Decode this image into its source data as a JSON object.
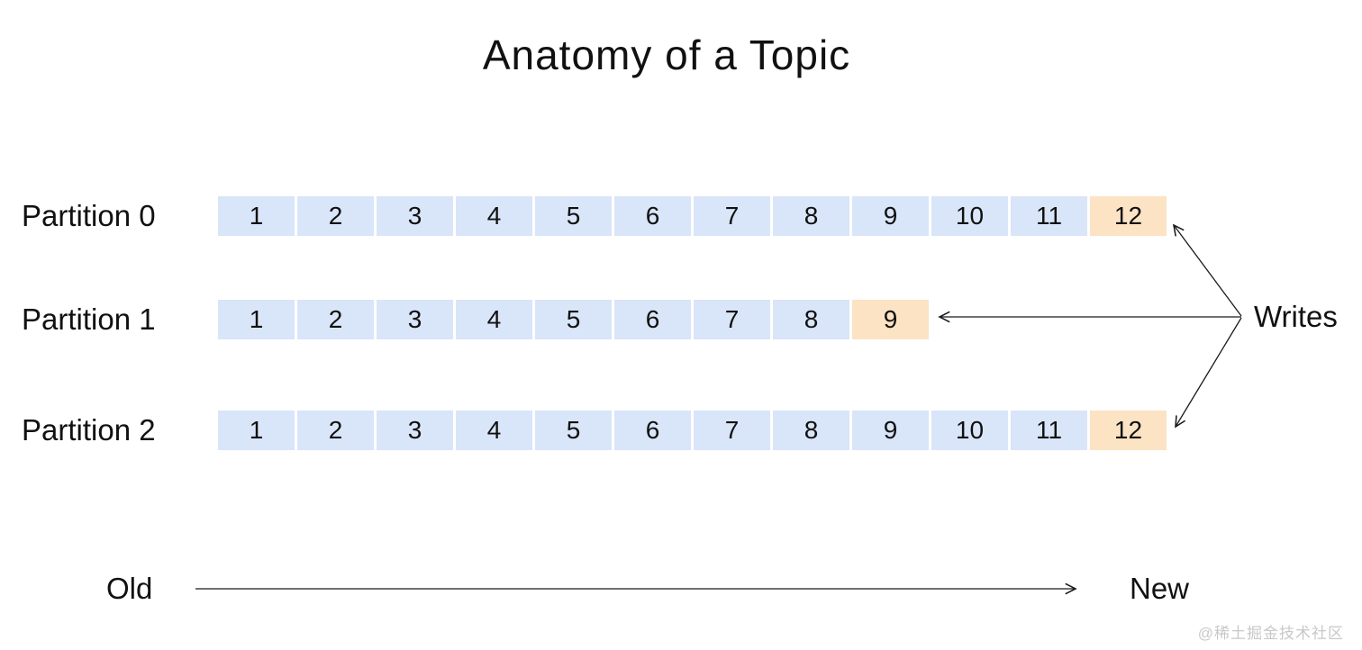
{
  "title": "Anatomy of a Topic",
  "colors": {
    "cell_blue": "#d9e5f8",
    "cell_orange": "#fbe3c4",
    "ink": "#111111",
    "arrow": "#1a1a1a",
    "watermark": "#c8c8c8"
  },
  "partitions": [
    {
      "label": "Partition 0",
      "cells": [
        "1",
        "2",
        "3",
        "4",
        "5",
        "6",
        "7",
        "8",
        "9",
        "10",
        "11",
        "12"
      ],
      "highlight_index": 11
    },
    {
      "label": "Partition 1",
      "cells": [
        "1",
        "2",
        "3",
        "4",
        "5",
        "6",
        "7",
        "8",
        "9"
      ],
      "highlight_index": 8
    },
    {
      "label": "Partition 2",
      "cells": [
        "1",
        "2",
        "3",
        "4",
        "5",
        "6",
        "7",
        "8",
        "9",
        "10",
        "11",
        "12"
      ],
      "highlight_index": 11
    }
  ],
  "writes": {
    "label": "Writes"
  },
  "timeline": {
    "old_label": "Old",
    "new_label": "New"
  },
  "watermark": "@稀土掘金技术社区"
}
